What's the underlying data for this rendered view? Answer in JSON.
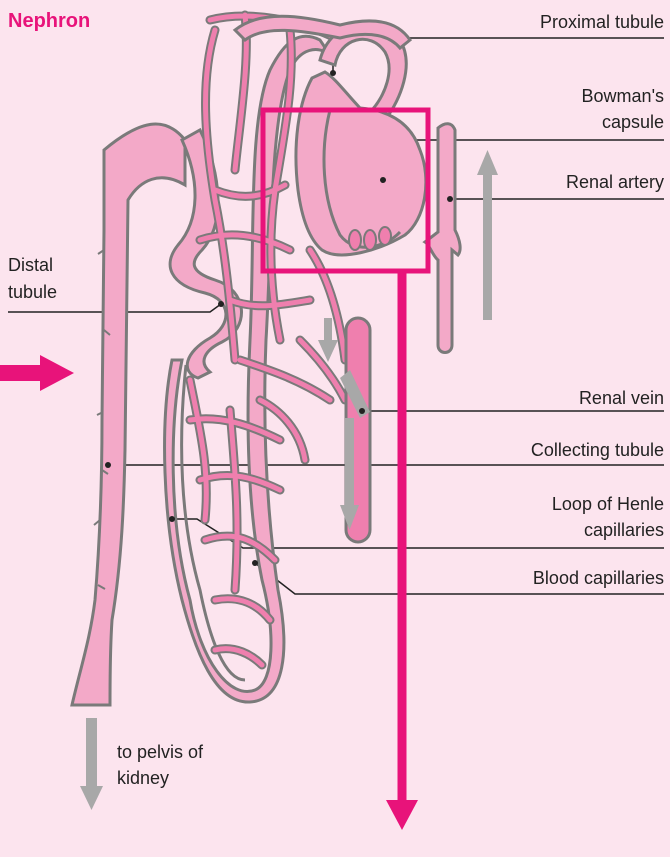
{
  "title": "Nephron",
  "labels": {
    "proximal_tubule": "Proximal tubule",
    "bowmans_capsule_line1": "Bowman's",
    "bowmans_capsule_line2": "capsule",
    "renal_artery": "Renal artery",
    "distal_tubule_line1": "Distal",
    "distal_tubule_line2": "tubule",
    "renal_vein": "Renal vein",
    "collecting_tubule": "Collecting tubule",
    "loop_of_henle_line1": "Loop of Henle",
    "loop_of_henle_line2": "capillaries",
    "blood_capillaries": "Blood capillaries",
    "to_pelvis_line1": "to pelvis of",
    "to_pelvis_line2": "kidney"
  },
  "colors": {
    "background": "#fce4ee",
    "accent": "#e8137a",
    "tubule_fill": "#f3a9c8",
    "tubule_stroke": "#7a7a7a",
    "vessel_fill": "#ef7fae",
    "arrow_gray": "#a8a8a8"
  }
}
